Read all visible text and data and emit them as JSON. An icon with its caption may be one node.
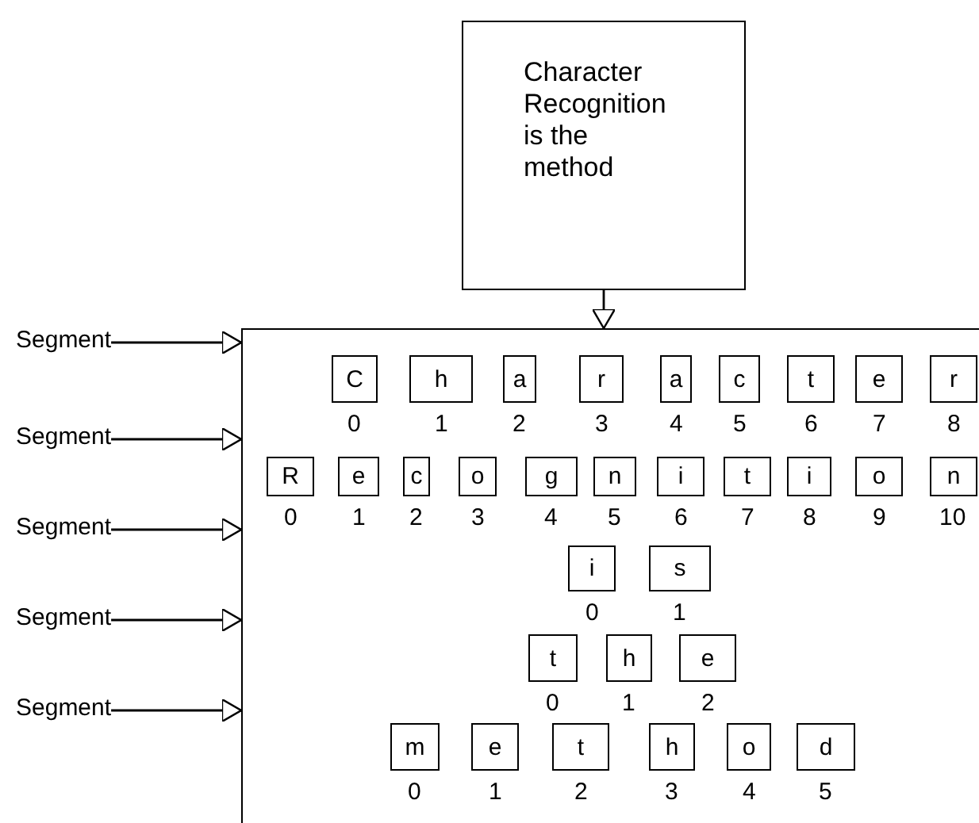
{
  "diagram": {
    "nodes": [
      {
        "text": [
          "Character Recognition is the method"
        ]
      },
      {
        "text": [
          "Segment"
        ]
      },
      {
        "text": [
          "Segment"
        ]
      },
      {
        "text": [
          "Segment"
        ]
      },
      {
        "text": [
          "Segment"
        ]
      },
      {
        "text": [
          "Segment"
        ]
      },
      {
        "text": [],
        "shape": "box"
      },
      {
        "text": [
          "C"
        ],
        "in": 6,
        "beside": [
          "0"
        ]
      },
      {
        "text": [
          "h"
        ],
        "in": 6,
        "beside": [
          "1"
        ]
      },
      {
        "text": [
          "a"
        ],
        "in": 6,
        "beside": [
          "2"
        ]
      },
      {
        "text": [
          "r"
        ],
        "in": 6,
        "beside": [
          "3"
        ]
      },
      {
        "text": [
          "a"
        ],
        "in": 6,
        "beside": [
          "4"
        ]
      },
      {
        "text": [
          "c"
        ],
        "in": 6,
        "beside": [
          "5"
        ]
      },
      {
        "text": [
          "t"
        ],
        "in": 6,
        "beside": [
          "6"
        ]
      },
      {
        "text": [
          "e"
        ],
        "in": 6,
        "beside": [
          "7"
        ]
      },
      {
        "text": [
          "r"
        ],
        "in": 6,
        "beside": [
          "8"
        ]
      },
      {
        "text": [
          "R"
        ],
        "in": 6,
        "beside": [
          "0"
        ]
      },
      {
        "text": [
          "e"
        ],
        "in": 6,
        "beside": [
          "1"
        ]
      },
      {
        "text": [
          "c"
        ],
        "in": 6,
        "beside": [
          "2"
        ]
      },
      {
        "text": [
          "o"
        ],
        "in": 6,
        "beside": [
          "3"
        ]
      },
      {
        "text": [
          "g"
        ],
        "in": 6,
        "beside": [
          "4"
        ]
      },
      {
        "text": [
          "n"
        ],
        "in": 6,
        "beside": [
          "5"
        ]
      },
      {
        "text": [
          "i"
        ],
        "in": 6,
        "beside": [
          "6"
        ]
      },
      {
        "text": [
          "t"
        ],
        "in": 6,
        "beside": [
          "7"
        ]
      },
      {
        "text": [
          "i"
        ],
        "in": 6,
        "beside": [
          "8"
        ]
      },
      {
        "text": [
          "o"
        ],
        "in": 6,
        "beside": [
          "9"
        ]
      },
      {
        "text": [
          "n"
        ],
        "in": 6,
        "beside": [
          "10"
        ]
      },
      {
        "text": [
          "i"
        ],
        "in": 6,
        "beside": [
          "0"
        ]
      },
      {
        "text": [
          "s"
        ],
        "in": 6,
        "beside": [
          "1"
        ]
      },
      {
        "text": [
          "t"
        ],
        "in": 6,
        "beside": [
          "0"
        ]
      },
      {
        "text": [
          "h"
        ],
        "in": 6,
        "beside": [
          "1"
        ]
      },
      {
        "text": [
          "e"
        ],
        "in": 6,
        "beside": [
          "2"
        ]
      },
      {
        "text": [
          "m"
        ],
        "in": 6,
        "beside": [
          "0"
        ]
      },
      {
        "text": [
          "e"
        ],
        "in": 6,
        "beside": [
          "1"
        ]
      },
      {
        "text": [
          "t"
        ],
        "in": 6,
        "beside": [
          "2"
        ]
      },
      {
        "text": [
          "h"
        ],
        "in": 6,
        "beside": [
          "3"
        ]
      },
      {
        "text": [
          "o"
        ],
        "in": 6,
        "beside": [
          "4"
        ]
      },
      {
        "text": [
          "d"
        ],
        "in": 6,
        "beside": [
          "5"
        ]
      }
    ],
    "edges": [
      {
        "from": 0,
        "to": 6,
        "arrow": "to"
      },
      {
        "from": 1,
        "to": 6,
        "arrow": "to"
      },
      {
        "from": 2,
        "to": 6,
        "arrow": "to"
      },
      {
        "from": 3,
        "to": 6,
        "arrow": "to"
      },
      {
        "from": 4,
        "to": 6,
        "arrow": "to"
      },
      {
        "from": 5,
        "to": 6,
        "arrow": "to"
      }
    ]
  }
}
